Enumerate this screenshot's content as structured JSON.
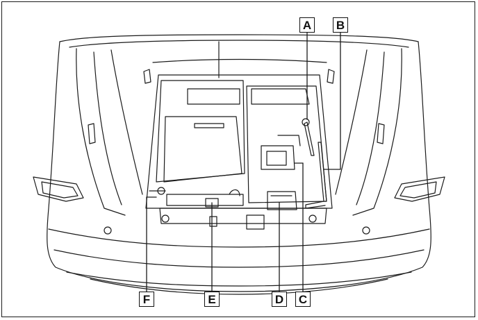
{
  "figure": {
    "callouts": [
      {
        "id": "A",
        "label": "A"
      },
      {
        "id": "B",
        "label": "B"
      },
      {
        "id": "C",
        "label": "C"
      },
      {
        "id": "D",
        "label": "D"
      },
      {
        "id": "E",
        "label": "E"
      },
      {
        "id": "F",
        "label": "F"
      }
    ]
  }
}
